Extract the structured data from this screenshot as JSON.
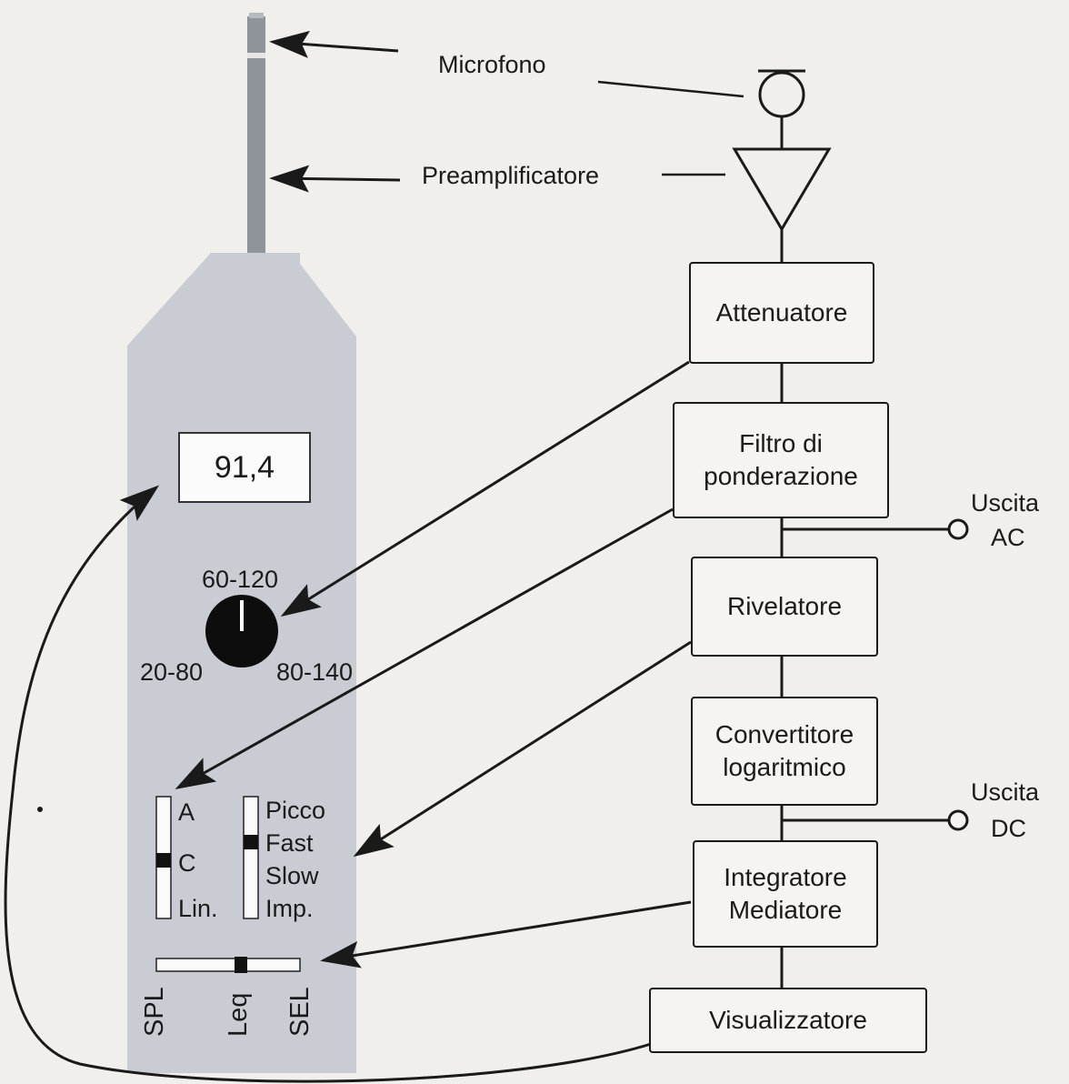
{
  "meter": {
    "display_value": "91,4",
    "range_knob": {
      "top": "60-120",
      "left": "20-80",
      "right": "80-140"
    },
    "weighting_switch": [
      "A",
      "C",
      "Lin."
    ],
    "weighting_selected": "C",
    "time_switch": [
      "Picco",
      "Fast",
      "Slow",
      "Imp."
    ],
    "time_selected": "Fast",
    "mode_switch": [
      "SPL",
      "Leq",
      "SEL"
    ],
    "mode_selected": "Leq"
  },
  "labels": {
    "microphone": "Microfono",
    "preamplifier": "Preamplificatore"
  },
  "blocks": {
    "attenuator": [
      "Attenuatore"
    ],
    "weighting_filter": [
      "Filtro di",
      "ponderazione"
    ],
    "detector": [
      "Rivelatore"
    ],
    "log_converter": [
      "Convertitore",
      "logaritmico"
    ],
    "integrator": [
      "Integratore",
      "Mediatore"
    ],
    "display": [
      "Visualizzatore"
    ]
  },
  "outputs": {
    "ac": [
      "Uscita",
      "AC"
    ],
    "dc": [
      "Uscita",
      "DC"
    ]
  },
  "colors": {
    "meter_body": "#c9cdd3",
    "ink": "#1a1a1a",
    "background": "#f1efeb"
  }
}
